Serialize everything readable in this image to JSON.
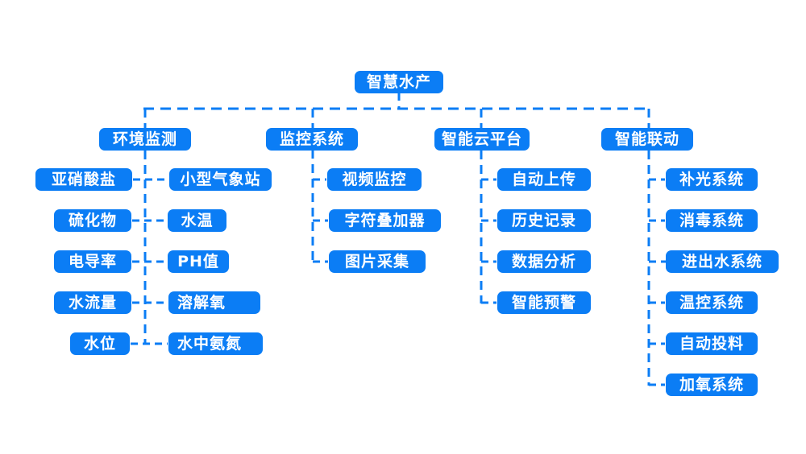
{
  "colors": {
    "accent": "#0b7df5",
    "node_text": "#ffffff",
    "background": "#ffffff"
  },
  "diagram": {
    "type": "mind-map / org-chart",
    "connector_style": "dashed"
  },
  "tree": {
    "root": {
      "label": "智慧水产"
    },
    "branches": [
      {
        "label": "环境监测",
        "children_left": [
          "亚硝酸盐",
          "硫化物",
          "电导率",
          "水流量",
          "水位"
        ],
        "children_right": [
          "小型气象站",
          "水温",
          "PH值",
          "溶解氧",
          "水中氨氮"
        ]
      },
      {
        "label": "监控系统",
        "children": [
          "视频监控",
          "字符叠加器",
          "图片采集"
        ]
      },
      {
        "label": "智能云平台",
        "children": [
          "自动上传",
          "历史记录",
          "数据分析",
          "智能预警"
        ]
      },
      {
        "label": "智能联动",
        "children": [
          "补光系统",
          "消毒系统",
          "进出水系统",
          "温控系统",
          "自动投料",
          "加氧系统"
        ]
      }
    ]
  }
}
